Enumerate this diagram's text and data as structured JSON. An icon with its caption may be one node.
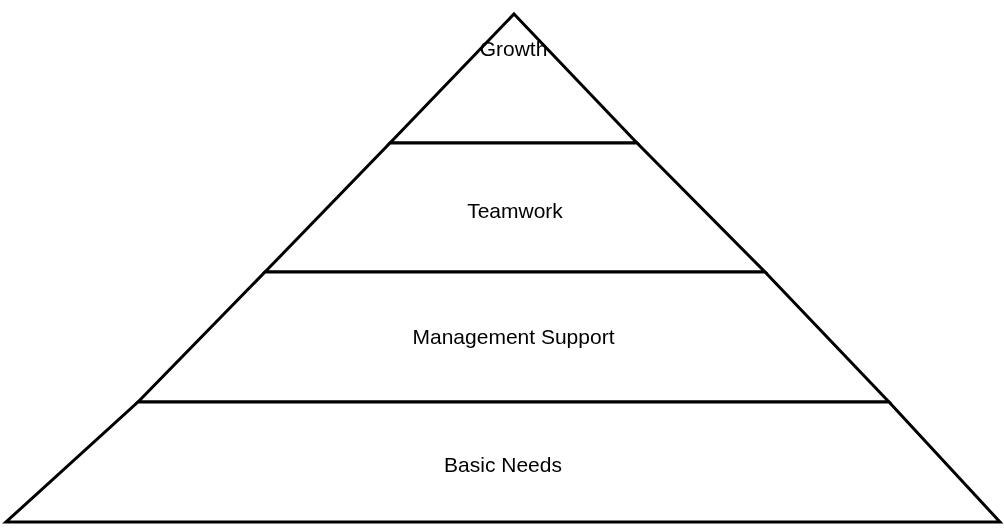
{
  "diagram": {
    "nodes": [
      {
        "text": [
          "Growth"
        ]
      },
      {
        "text": [
          "Teamwork"
        ]
      },
      {
        "text": [
          "Management Support"
        ]
      },
      {
        "text": [
          "Basic Needs"
        ]
      }
    ]
  }
}
